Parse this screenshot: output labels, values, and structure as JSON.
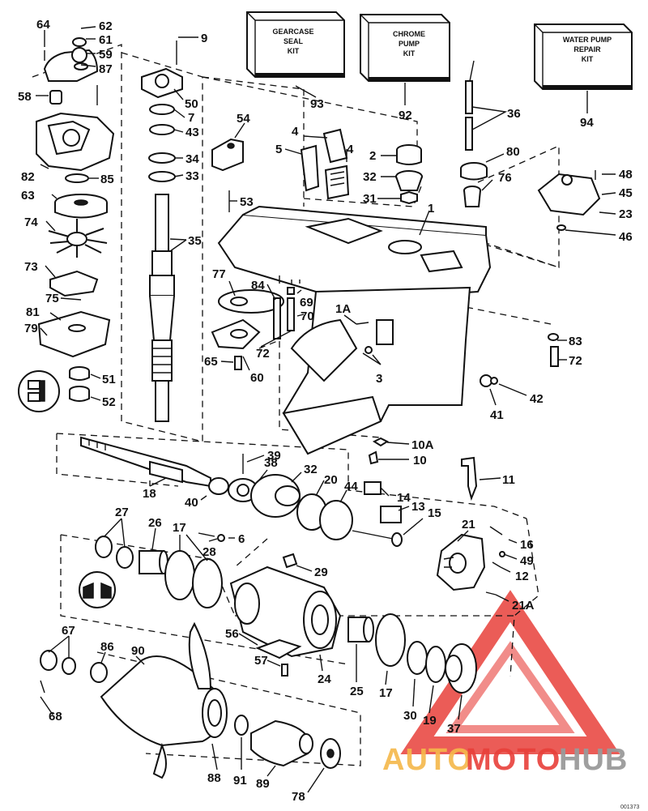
{
  "kits": {
    "gearcase_seal": [
      "GEARCASE",
      "SEAL",
      "KIT"
    ],
    "chrome_pump": [
      "CHROME",
      "PUMP",
      "KIT"
    ],
    "water_pump_repair": [
      "WATER PUMP",
      "REPAIR",
      "KIT"
    ]
  },
  "watermark": {
    "part1": "AUTO",
    "part2": "MOTO",
    "part3": "HUB",
    "color_red": "#e8403a",
    "color_orange": "#f5b84a",
    "color_gray": "#9a9a9a"
  },
  "footer_code": "001373",
  "callouts": {
    "c64": "64",
    "c62": "62",
    "c61": "61",
    "c59": "59",
    "c87": "87",
    "c58": "58",
    "c9": "9",
    "c50": "50",
    "c7": "7",
    "c43": "43",
    "c34": "34",
    "c33": "33",
    "c82": "82",
    "c85": "85",
    "c63": "63",
    "c74": "74",
    "c35": "35",
    "c73": "73",
    "c75": "75",
    "c81": "81",
    "c79": "79",
    "c51": "51",
    "c52": "52",
    "c93": "93",
    "c92": "92",
    "c94": "94",
    "c36": "36",
    "c80": "80",
    "c76": "76",
    "c48": "48",
    "c45": "45",
    "c23": "23",
    "c46": "46",
    "c54": "54",
    "c53": "53",
    "c4a": "4",
    "c4b": "4",
    "c5": "5",
    "c2": "2",
    "c32a": "32",
    "c31": "31",
    "c1": "1",
    "c77": "77",
    "c84": "84",
    "c69": "69",
    "c70": "70",
    "c1A": "1A",
    "c72a": "72",
    "c65": "65",
    "c60": "60",
    "c3": "3",
    "c83": "83",
    "c72b": "72",
    "c42": "42",
    "c41": "41",
    "c10A": "10A",
    "c10": "10",
    "c11": "11",
    "c39": "39",
    "c38": "38",
    "c32b": "32",
    "c20": "20",
    "c44": "44",
    "c14": "14",
    "c13": "13",
    "c15": "15",
    "c18": "18",
    "c40": "40",
    "c27": "27",
    "c26": "26",
    "c17a": "17",
    "c28": "28",
    "c6": "6",
    "c21": "21",
    "c16": "16",
    "c49": "49",
    "c12": "12",
    "c29": "29",
    "c21A": "21A",
    "c67": "67",
    "c86": "86",
    "c90": "90",
    "c56": "56",
    "c57": "57",
    "c24": "24",
    "c25": "25",
    "c17b": "17",
    "c30": "30",
    "c19": "19",
    "c37": "37",
    "c68": "68",
    "c88": "88",
    "c91": "91",
    "c89": "89",
    "c78": "78"
  }
}
